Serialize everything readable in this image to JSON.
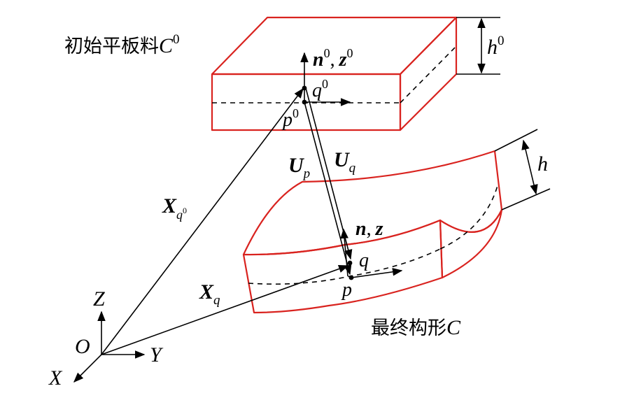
{
  "labels": {
    "initial_sheet": "初始平板料",
    "initial_sheet_sym": "C",
    "initial_sheet_sup": "0",
    "final_config": "最终构形",
    "final_config_sym": "C",
    "h0": "h",
    "h0_sup": "0",
    "h": "h",
    "n0": "n",
    "n0_sup": "0",
    "z0": "z",
    "z0_sup": "0",
    "comma": ",",
    "q0": "q",
    "q0_sup": "0",
    "p0": "p",
    "p0_sup": "0",
    "Up": "U",
    "Up_sub": "p",
    "Uq": "U",
    "Uq_sub": "q",
    "Xq0": "X",
    "Xq0_sub": "q",
    "Xq0_subsup": "0",
    "Xq": "X",
    "Xq_sub": "q",
    "n": "n",
    "z": "z",
    "q": "q",
    "p": "p",
    "O": "O",
    "X_axis": "X",
    "Y_axis": "Y",
    "Z_axis": "Z"
  },
  "colors": {
    "outline": "#d9231f",
    "ink": "#000000"
  }
}
